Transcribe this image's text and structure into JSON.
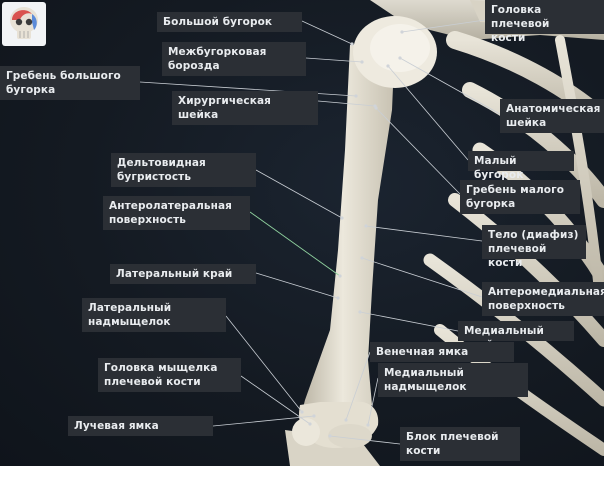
{
  "labels": {
    "greater_tubercle": "Большой бугорок",
    "humeral_head": "Головка плечевой\nкости",
    "intertubercular_groove": "Межбугорковая\nборозда",
    "greater_tubercle_crest": "Гребень большого\nбугорка",
    "surgical_neck": "Хирургическая\nшейка",
    "anatomical_neck": "Анатомическая\nшейка",
    "lesser_tubercle": "Малый бугорок",
    "deltoid_tuberosity": "Дельтовидная\nбугристость",
    "lesser_tubercle_crest": "Гребень малого\nбугорка",
    "anterolateral_surface": "Антеролатеральная\nповерхность",
    "shaft": "Тело (диафиз)\nплечевой кости",
    "lateral_border": "Латеральный край",
    "anteromedial_surface": "Антеромедиальная\nповерхность",
    "lateral_epicondyle": "Латеральный\nнадмыщелок",
    "medial_border": "Медиальный край",
    "coronoid_fossa": "Венечная ямка",
    "capitulum": "Головка мыщелка\nплечевой кости",
    "medial_epicondyle": "Медиальный\nнадмыщелок",
    "radial_fossa": "Лучевая ямка",
    "trochlea": "Блок плечевой\nкости"
  },
  "colors": {
    "background": "#141a22",
    "label_bg": "#2b2f35",
    "label_text": "#e9ecef",
    "leader_line": "#c9ced4",
    "highlight_line": "#8fd19e",
    "bone": "#e6e1d3"
  }
}
